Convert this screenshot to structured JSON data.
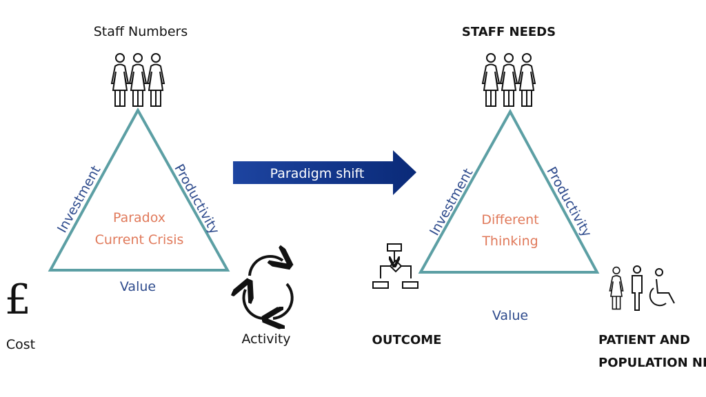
{
  "left": {
    "top_label": "Staff Numbers",
    "left_label": "Cost",
    "right_label": "Activity",
    "side_left": "Investment",
    "side_right": "Productivity",
    "side_bottom": "Value",
    "center_line1": "Paradox",
    "center_line2": "Current Crisis",
    "currency_symbol": "£"
  },
  "arrow": {
    "label": "Paradigm shift"
  },
  "right": {
    "top_label": "STAFF NEEDS",
    "left_label": "OUTCOME",
    "right_label_line1": "PATIENT AND",
    "right_label_line2": "POPULATION NEEDS",
    "side_left": "Investment",
    "side_right": "Productivity",
    "side_bottom": "Value",
    "center_line1": "Different",
    "center_line2": "Thinking"
  },
  "colors": {
    "triangle": "#5c9fa4",
    "side_text": "#2d4a8c",
    "center_text": "#e0795a",
    "arrow": "#0d2f80"
  }
}
